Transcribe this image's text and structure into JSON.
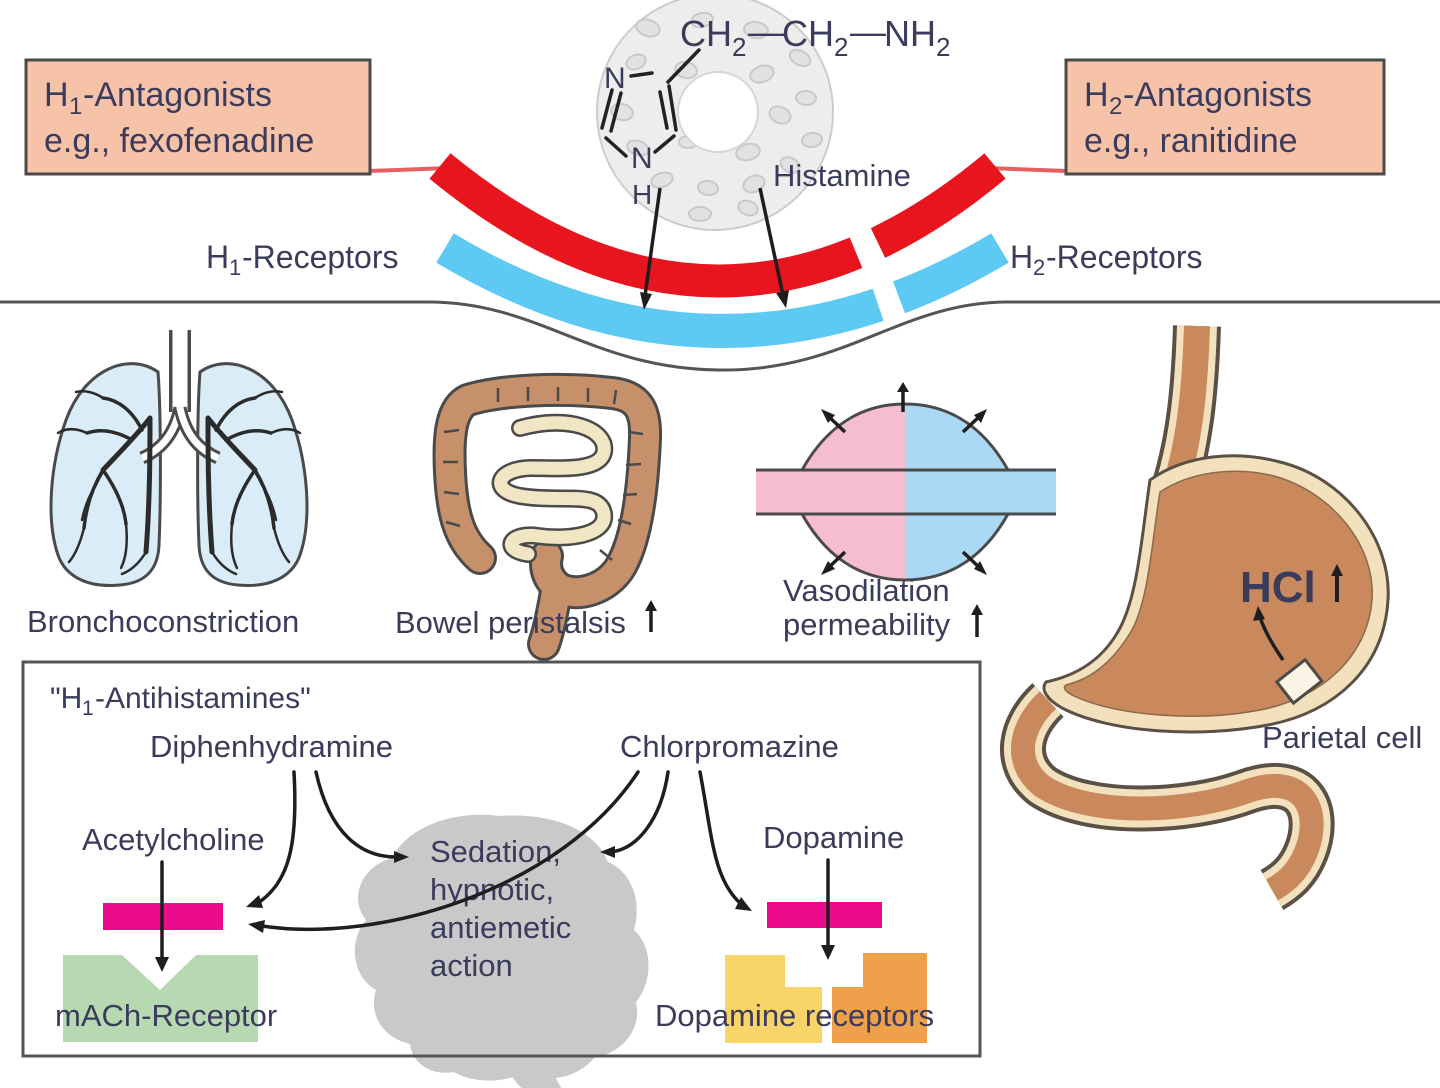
{
  "colors": {
    "arc_red": "#e8141e",
    "arc_blue": "#5ec9f2",
    "connector_red": "#e56060",
    "box_fill": "#f6c3a9",
    "outline": "#4a4a4a",
    "ink": "#3b3b5c",
    "cyan": "#2ba7e0",
    "magenta": "#ec0b8d",
    "green_receptor": "#b7d9b2",
    "yellow_receptor": "#f8d469",
    "orange_receptor": "#efa04a",
    "intestine_brown": "#c5906a",
    "stomach_brown": "#c9895c",
    "stomach_lining": "#f3e0bd",
    "vessel_pink": "#f6bcd2",
    "vessel_blue": "#a9d9f5",
    "lung_blue": "#d9ecf7",
    "brain_gray": "#c9c9c9",
    "hcl_red": "#8b2121"
  },
  "antagonist_boxes": {
    "left": {
      "h": "H",
      "sub": "1",
      "rest": "-Antagonists",
      "example": "e.g., fexofenadine"
    },
    "right": {
      "h": "H",
      "sub": "2",
      "rest": "-Antagonists",
      "example": "e.g., ranitidine"
    }
  },
  "receptor_labels": {
    "left": {
      "h": "H",
      "sub": "1",
      "rest": "-Receptors"
    },
    "right": {
      "h": "H",
      "sub": "2",
      "rest": "-Receptors"
    }
  },
  "histamine": {
    "label": "Histamine",
    "formula": {
      "c1": "CH",
      "s1": "2",
      "dash1": "—",
      "c2": "CH",
      "s2": "2",
      "dash2": "—",
      "n": "NH",
      "s3": "2"
    },
    "ring": {
      "n_top": "N",
      "n_bottom": "N",
      "h": "H"
    }
  },
  "effects": {
    "bronchoconstriction": "Bronchoconstriction",
    "bowel": "Bowel peristalsis",
    "vasodilation_line1": "Vasodilation",
    "vasodilation_line2": "permeability",
    "hcl": "HCl",
    "parietal_cell": "Parietal cell"
  },
  "cns_box": {
    "title": {
      "open": "\"H",
      "sub": "1",
      "rest": "-Antihistamines\""
    },
    "diphenhydramine": "Diphenhydramine",
    "chlorpromazine": "Chlorpromazine",
    "acetylcholine": "Acetylcholine",
    "mach_receptor": "mACh-Receptor",
    "brain": [
      "Sedation,",
      "hypnotic,",
      "antiemetic",
      "action"
    ],
    "dopamine": "Dopamine",
    "dopamine_receptors": "Dopamine receptors"
  }
}
